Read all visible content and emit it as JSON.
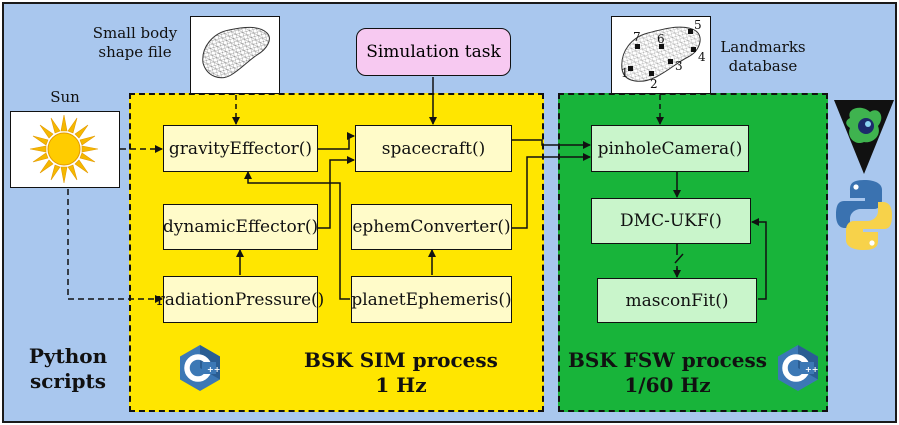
{
  "labels": {
    "sun": "Sun",
    "small_body_shape_file": [
      "Small body",
      "shape file"
    ],
    "simulation_task": "Simulation task",
    "landmarks_database": [
      "Landmarks",
      "database"
    ],
    "python_scripts": [
      "Python",
      "scripts"
    ],
    "sim_process": [
      "BSK SIM process",
      "1 Hz"
    ],
    "fsw_process": [
      "BSK FSW process",
      "1/60 Hz"
    ]
  },
  "sim_modules": {
    "gravity_effector": "gravityEffector()",
    "spacecraft": "spacecraft()",
    "dynamic_effector": "dynamicEffector()",
    "ephem_converter": "ephemConverter()",
    "radiation_pressure": "radiationPressure()",
    "planet_ephemeris": "planetEphemeris()"
  },
  "fsw_modules": {
    "pinhole_camera": "pinholeCamera()",
    "dmc_ukf": "DMC-UKF()",
    "mascon_fit": "masconFit()"
  },
  "landmark_ids": [
    "1",
    "2",
    "3",
    "4",
    "5",
    "6",
    "7"
  ],
  "colors": {
    "background": "#a9c7ee",
    "sim_region": "#ffe600",
    "fsw_region": "#18b43a",
    "sim_module": "#fffbc9",
    "fsw_module": "#c9f5cb",
    "task": "#f7c9f1"
  }
}
